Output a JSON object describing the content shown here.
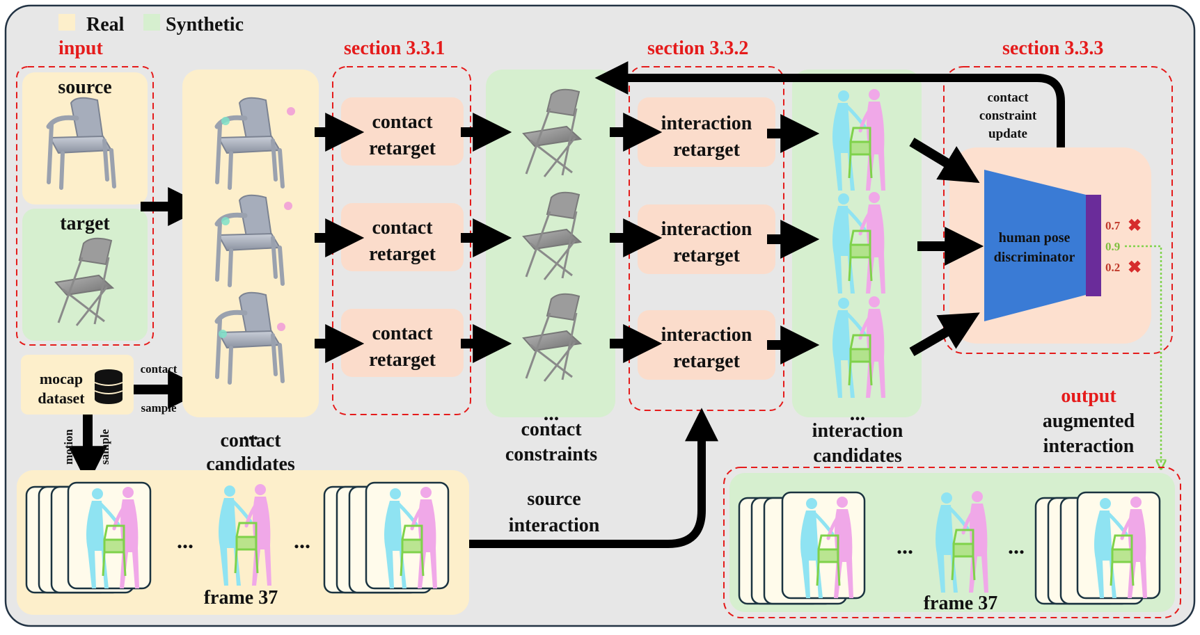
{
  "colors": {
    "real": "#fdefcb",
    "synthetic": "#d6efcf",
    "panel": "#e7e7e7",
    "section_red": "#e51b1b",
    "retarget_box": "#fbdccb",
    "discriminator_panel": "#fde0cf",
    "discriminator_blue": "#3a7bd5",
    "discriminator_purple": "#6a2c9a",
    "human_cyan": "#8fe3f2",
    "human_pink": "#f0a8e8",
    "chair_green": "#7fd24a"
  },
  "legend": {
    "real": "Real",
    "synthetic": "Synthetic"
  },
  "sections": {
    "input": "input",
    "s331": "section 3.3.1",
    "s332": "section 3.3.2",
    "s333": "section 3.3.3",
    "output": "output"
  },
  "input": {
    "source": "source",
    "target": "target"
  },
  "mocap": {
    "line1": "mocap",
    "line2": "dataset",
    "contact": "contact",
    "sample": "sample",
    "motion": "motion",
    "sample_vertical": "sample"
  },
  "contact_retarget": {
    "line1": "contact",
    "line2": "retarget"
  },
  "interaction_retarget": {
    "line1": "interaction",
    "line2": "retarget"
  },
  "captions": {
    "contact_candidates_1": "contact",
    "contact_candidates_2": "candidates",
    "contact_constraints_1": "contact",
    "contact_constraints_2": "constraints",
    "interaction_candidates_1": "interaction",
    "interaction_candidates_2": "candidates",
    "ellipsis": "..."
  },
  "discriminator": {
    "update_1": "contact",
    "update_2": "constraint",
    "update_3": "update",
    "label_1": "human pose",
    "label_2": "discriminator",
    "scores": [
      "0.7",
      "0.9",
      "0.2"
    ],
    "reject_mark": "✖"
  },
  "output": {
    "line1": "augmented",
    "line2": "interaction"
  },
  "source_interaction": {
    "line1": "source",
    "line2": "interaction"
  },
  "frames": {
    "frame_label": "frame 37",
    "ellipsis": "..."
  }
}
